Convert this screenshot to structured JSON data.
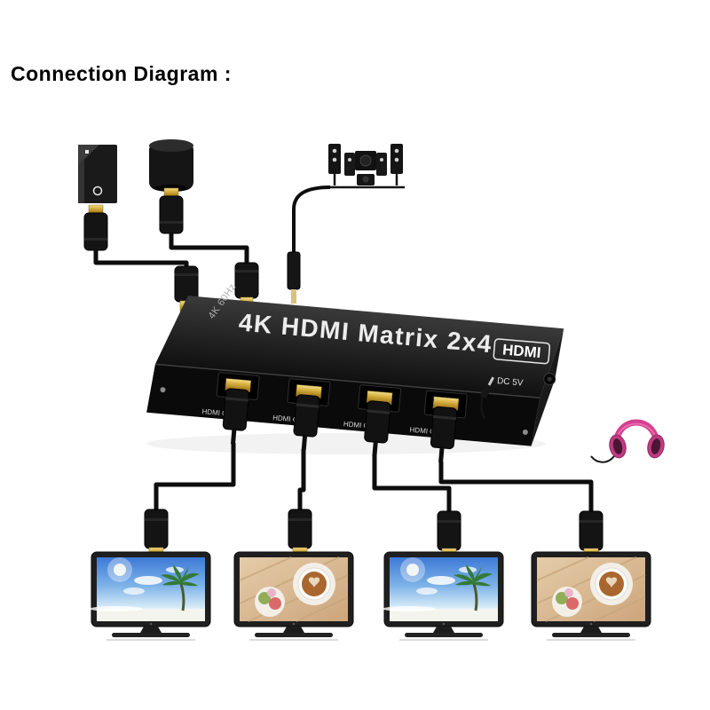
{
  "title": "Connection Diagram :",
  "matrix": {
    "top_label": "4K HDMI Matrix 2x4",
    "brand_logo": "HDMI",
    "side_label": "4K 60Hz",
    "power_label": "DC 5V",
    "ports": [
      {
        "label": "HDMI OUT1"
      },
      {
        "label": "HDMI OUT2"
      },
      {
        "label": "HDMI OUT3"
      },
      {
        "label": "HDMI OUT4"
      }
    ]
  },
  "sources": [
    {
      "id": "media-player"
    },
    {
      "id": "speaker-device"
    },
    {
      "id": "home-theater-speakers"
    }
  ],
  "outputs": [
    {
      "id": "tv-1",
      "scene": "sky"
    },
    {
      "id": "tv-2",
      "scene": "coffee"
    },
    {
      "id": "tv-3",
      "scene": "sky"
    },
    {
      "id": "tv-4",
      "scene": "coffee"
    }
  ],
  "accessories": [
    {
      "id": "headphones",
      "color": "#d6408f"
    }
  ],
  "colors": {
    "gold": "#d4af37",
    "cable": "#0d0d0d",
    "device_black": "#141414",
    "headphone_pink": "#d6408f",
    "sky_blue": "#3d79d6",
    "wood_tan": "#d9bb97"
  }
}
